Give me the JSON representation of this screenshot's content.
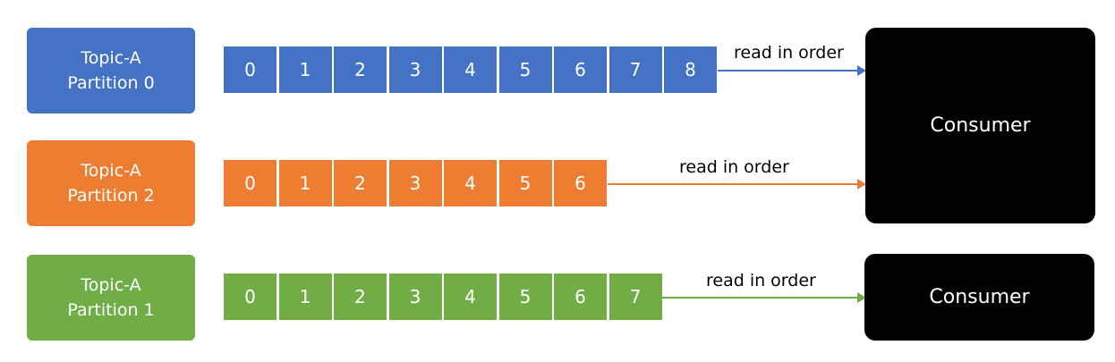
{
  "partitions": [
    {
      "name_line1": "Topic-A",
      "name_line2": "Partition 0",
      "color": "#4472c4",
      "offsets": [
        "0",
        "1",
        "2",
        "3",
        "4",
        "5",
        "6",
        "7",
        "8"
      ],
      "arrow_label": "read in order"
    },
    {
      "name_line1": "Topic-A",
      "name_line2": "Partition 2",
      "color": "#ed7d31",
      "offsets": [
        "0",
        "1",
        "2",
        "3",
        "4",
        "5",
        "6"
      ],
      "arrow_label": "read in order"
    },
    {
      "name_line1": "Topic-A",
      "name_line2": "Partition 1",
      "color": "#70ad47",
      "offsets": [
        "0",
        "1",
        "2",
        "3",
        "4",
        "5",
        "6",
        "7"
      ],
      "arrow_label": "read in order"
    }
  ],
  "consumers": [
    {
      "label": "Consumer",
      "color": "#000000"
    },
    {
      "label": "Consumer",
      "color": "#000000"
    }
  ]
}
